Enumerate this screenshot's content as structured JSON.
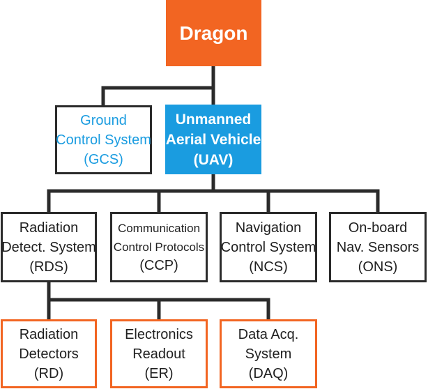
{
  "colors": {
    "orange": "#f26522",
    "blue": "#1a9ce0",
    "line": "#2b2b2b"
  },
  "root": {
    "lines": [
      "Dragon"
    ]
  },
  "level1": {
    "gcs": {
      "lines": [
        "Ground",
        "Control System",
        "(GCS)"
      ]
    },
    "uav": {
      "lines": [
        "Unmanned",
        "Aerial Vehicle",
        "(UAV)"
      ]
    }
  },
  "level2": {
    "rds": {
      "lines": [
        "Radiation",
        "Detect. System",
        "(RDS)"
      ]
    },
    "ccp": {
      "lines": [
        "Communication",
        "Control Protocols",
        "(CCP)"
      ]
    },
    "ncs": {
      "lines": [
        "Navigation",
        "Control System",
        "(NCS)"
      ]
    },
    "ons": {
      "lines": [
        "On-board",
        "Nav. Sensors",
        "(ONS)"
      ]
    }
  },
  "level3": {
    "rd": {
      "lines": [
        "Radiation",
        "Detectors",
        "(RD)"
      ]
    },
    "er": {
      "lines": [
        "Electronics",
        "Readout",
        "(ER)"
      ]
    },
    "daq": {
      "lines": [
        "Data Acq.",
        "System",
        "(DAQ)"
      ]
    }
  }
}
